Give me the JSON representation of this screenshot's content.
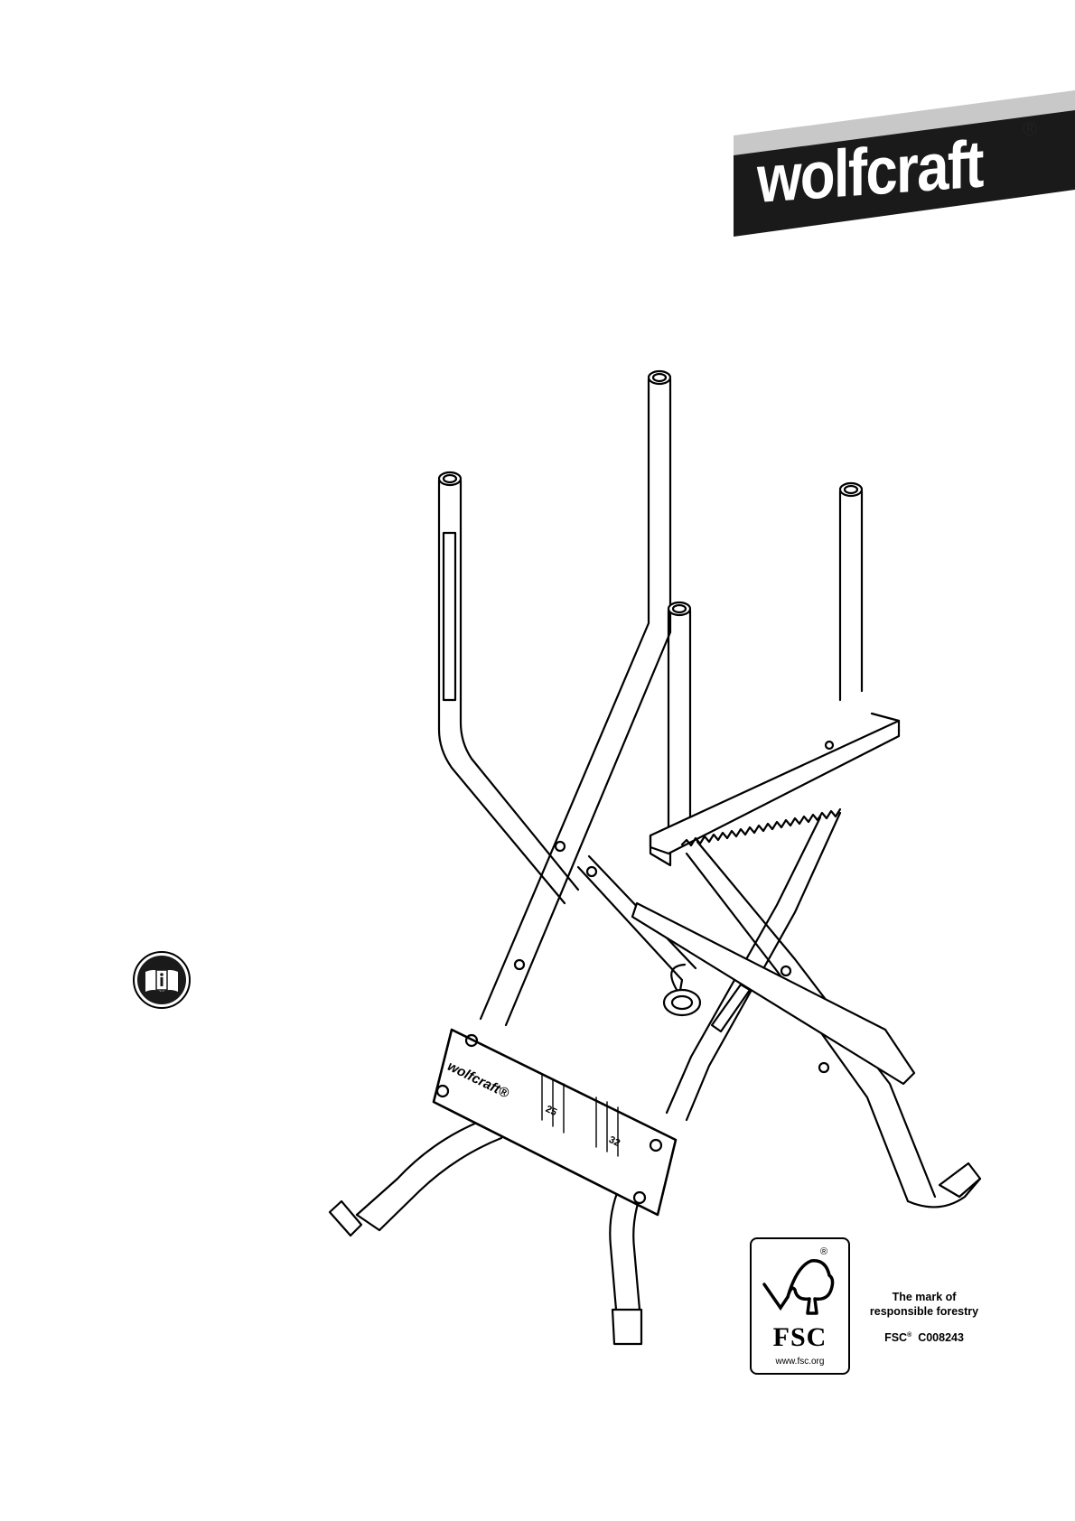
{
  "brand": {
    "logo": "wolfcraft",
    "registered": "®"
  },
  "illustration": {
    "plate_logo": "wolfcraft®",
    "plate_numbers": [
      "25",
      "32"
    ]
  },
  "icons": {
    "manual": "read-manual-info-icon",
    "fsc_tree": "fsc-tree-checkmark-icon"
  },
  "fsc": {
    "word": "FSC",
    "registered": "®",
    "url": "www.fsc.org",
    "caption_line1": "The mark of",
    "caption_line2": "responsible forestry",
    "code_prefix": "FSC",
    "code": "C008243"
  },
  "colors": {
    "band_gray": "#c8c8c8",
    "band_black": "#1a1a1a"
  }
}
